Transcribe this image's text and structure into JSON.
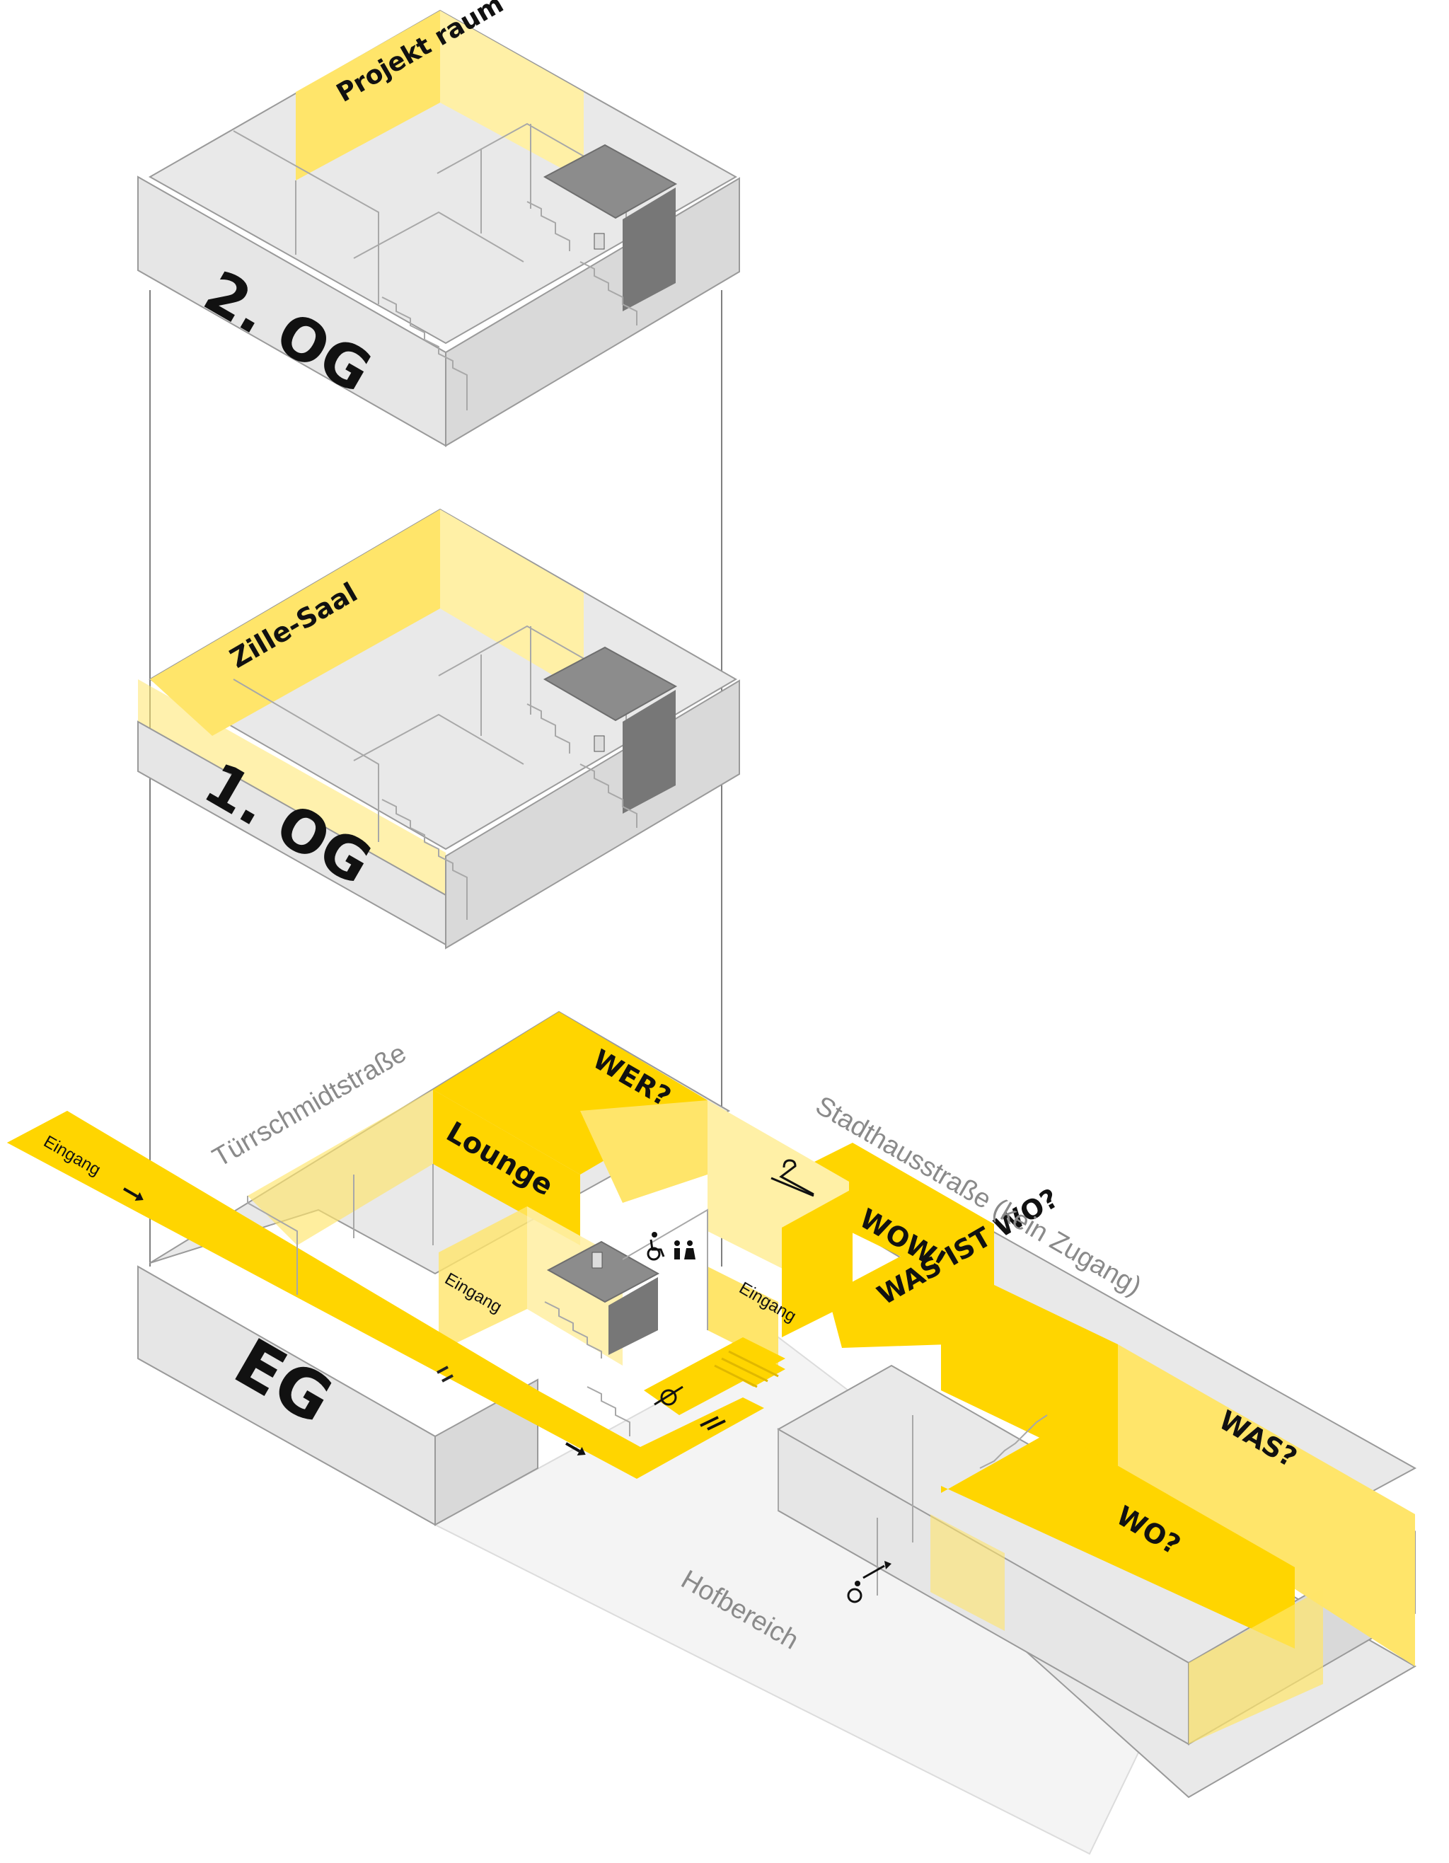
{
  "floors": {
    "second": {
      "label": "2. OG",
      "room": "Projekt raum"
    },
    "first": {
      "label": "1. OG",
      "room": "Zille-Saal"
    },
    "ground": {
      "label": "EG"
    }
  },
  "rooms": {
    "lounge": "Lounge",
    "wer": "WER?",
    "wow": "WOW!",
    "was_ist_wo": "WAS IST WO?",
    "was": "WAS?",
    "wo": "WO?"
  },
  "streets": {
    "tuerschmidt": "Türrschmidtstraße",
    "stadthaus": "Stadthausstraße (kein Zugang)",
    "hof": "Hofbereich"
  },
  "entrances": {
    "main": "Eingang",
    "inner_left": "Eingang",
    "inner_right": "Eingang"
  },
  "icons": [
    "elevator-icon",
    "accessible-icon",
    "restroom-icon",
    "coat-hanger-icon",
    "arrow-icon",
    "accessible-ramp-icon"
  ],
  "colors": {
    "accent": "#ffd500",
    "accent_light": "#ffe56a",
    "wall": "#d9d9d9",
    "street_text": "#8a8a8a"
  }
}
